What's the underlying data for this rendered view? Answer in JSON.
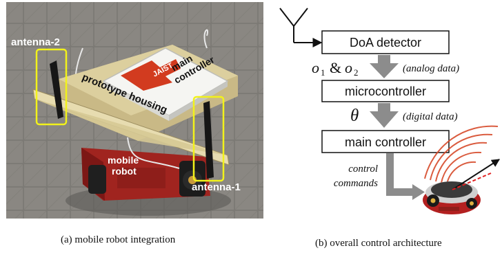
{
  "photo": {
    "antenna_2_label": "antenna-2",
    "antenna_1_label": "antenna-1",
    "main_controller_label_line1": "main",
    "main_controller_label_line2": "controller",
    "housing_label": "prototype housing",
    "robot_label_line1": "mobile",
    "robot_label_line2": "robot",
    "logo_text": "JAIST"
  },
  "architecture": {
    "doa_box": "DoA detector",
    "micro_box": "microcontroller",
    "main_box": "main controller",
    "o_symbol": "o",
    "o1_sub": "1",
    "amp": "&",
    "o2_sub": "2",
    "analog_note": "(analog data)",
    "theta_symbol": "θ",
    "digital_note": "(digital data)",
    "control_line1": "control",
    "control_line2": "commands"
  },
  "captions": {
    "left": "(a) mobile robot integration",
    "right": "(b) overall control architecture"
  },
  "colors": {
    "highlight": "#f2f21a",
    "arrow_gray": "#8c8c8c",
    "robot_red": "#b32020",
    "logo_red": "#d23b1f"
  }
}
